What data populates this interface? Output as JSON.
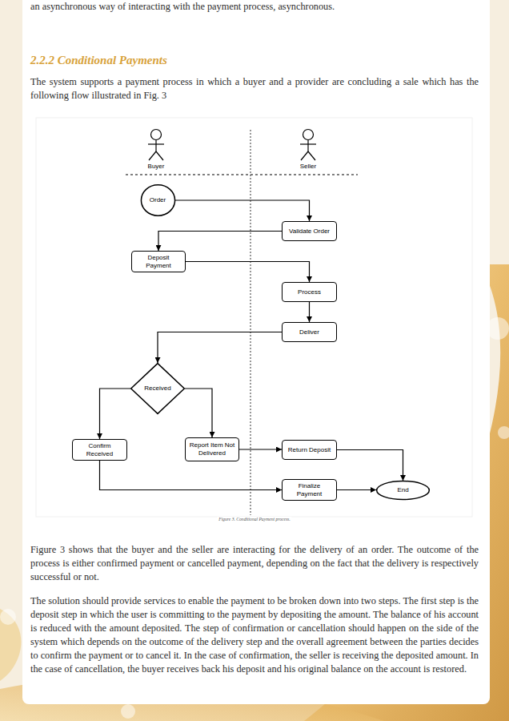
{
  "diagram": {
    "title": "2.2.2 Conditional Payments",
    "caption": "Figure 3. Conditional Payment process.",
    "nodes": [
      {
        "text": [
          "Order"
        ]
      },
      {
        "text": [
          "Validate Order"
        ]
      },
      {
        "text": [
          "Deposit Payment"
        ]
      },
      {
        "text": [
          "Process"
        ]
      },
      {
        "text": [
          "Deliver"
        ]
      },
      {
        "text": [
          "Received"
        ]
      },
      {
        "text": [
          "Confirm Received"
        ]
      },
      {
        "text": [
          "Report Item Not Delivered"
        ]
      },
      {
        "text": [
          "Return Deposit"
        ]
      },
      {
        "text": [
          "Finalize Payment"
        ]
      },
      {
        "text": [
          "End"
        ]
      }
    ],
    "edges": [
      {
        "from": 0,
        "to": 1,
        "arrow": "to"
      },
      {
        "from": 1,
        "to": 2,
        "arrow": "to"
      },
      {
        "from": 2,
        "to": 3,
        "arrow": "to"
      },
      {
        "from": 3,
        "to": 4,
        "arrow": "to"
      },
      {
        "from": 4,
        "to": 5,
        "arrow": "to"
      },
      {
        "from": 5,
        "to": 6,
        "arrow": "to"
      },
      {
        "from": 5,
        "to": 7,
        "arrow": "to"
      },
      {
        "from": 7,
        "to": 8,
        "arrow": "to"
      },
      {
        "from": 6,
        "to": 9,
        "arrow": "to"
      },
      {
        "from": 8,
        "to": 10,
        "arrow": "to"
      },
      {
        "from": 9,
        "to": 10,
        "arrow": "to"
      }
    ],
    "labels": [
      "an asynchronous way of interacting with the payment process, asynchronous.",
      "The system supports a payment process in which a buyer and a provider are concluding a sale which has the following flow illustrated in Fig. 3",
      "Buyer",
      "Seller",
      "Figure 3 shows that the buyer and the seller are interacting for the delivery of an order. The outcome of the process is either confirmed payment or cancelled payment, depending on the fact that the delivery is respectively successful or not.",
      "The solution should provide services to enable the payment to be broken down into two steps. The first step is the deposit step in which the user is committing to the payment by depositing the amount. The balance of his account is reduced with the amount deposited. The step of confirmation or cancellation should happen on the side of the system which depends on the outcome of the delivery step and the overall agreement between the parties decides to confirm the payment or to cancel it. In the case of confirmation, the seller is receiving the deposited amount. In the case of cancellation, the buyer receives back his deposit and his original balance on the account is restored."
    ]
  }
}
